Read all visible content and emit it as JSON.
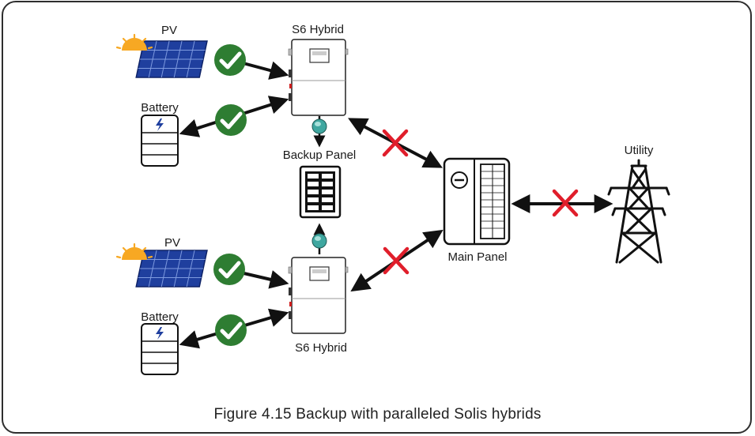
{
  "labels": {
    "pv_top": "PV",
    "battery_top": "Battery",
    "inverter_top": "S6 Hybrid",
    "backup_panel": "Backup Panel",
    "main_panel": "Main Panel",
    "utility": "Utility",
    "pv_bottom": "PV",
    "battery_bottom": "Battery",
    "inverter_bottom": "S6 Hybrid"
  },
  "caption": "Figure 4.15 Backup with paralleled Solis hybrids",
  "colors": {
    "check_green": "#2e7d32",
    "cross_red": "#e01e2b",
    "solar_blue": "#1f3f9e",
    "sun_orange": "#f7a823",
    "node_teal": "#3fa7a0"
  }
}
